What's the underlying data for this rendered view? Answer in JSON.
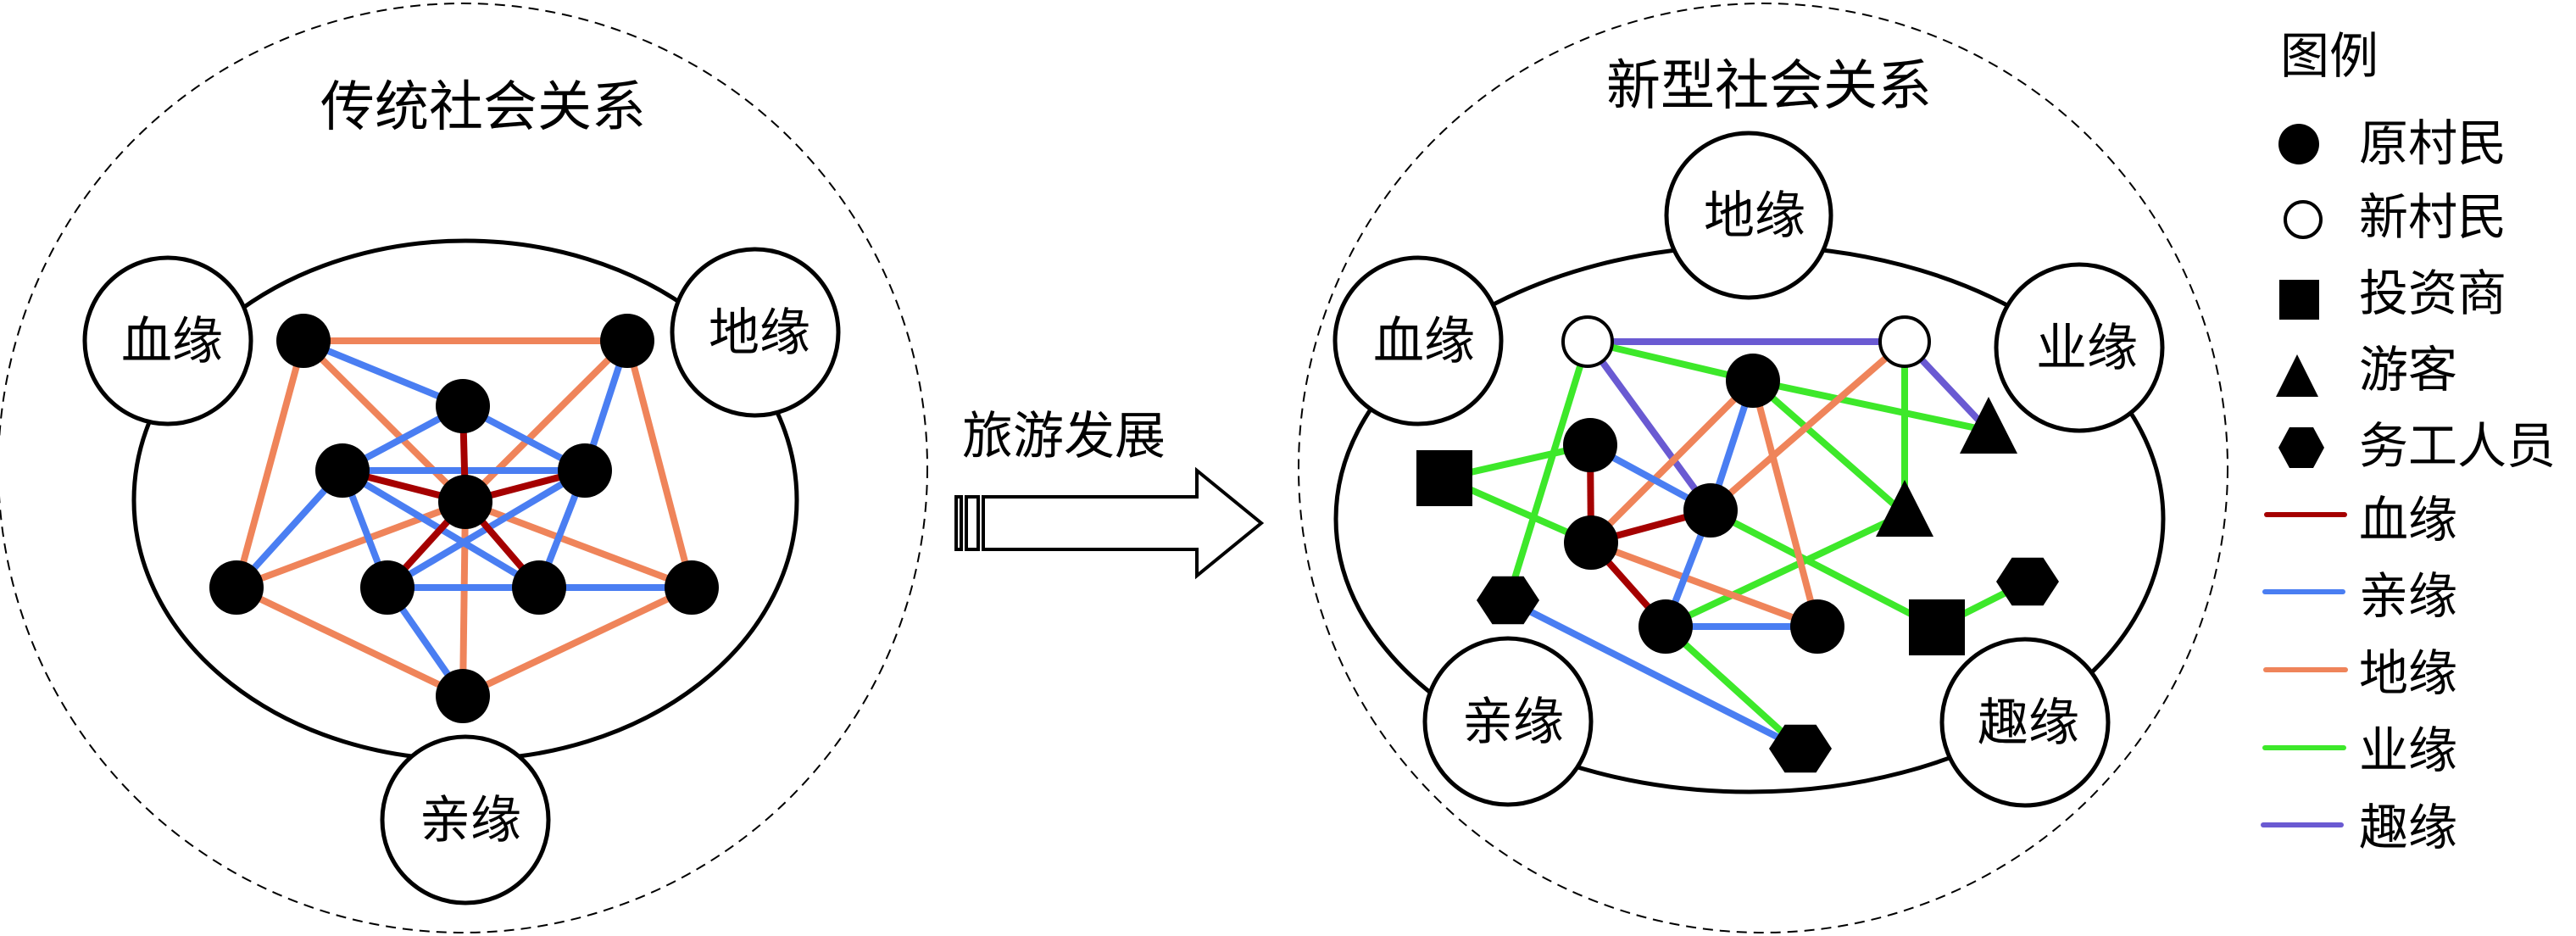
{
  "colors": {
    "blood": "#A50000",
    "kin": "#4A7EF2",
    "geo": "#EF845A",
    "work": "#3DE82A",
    "interest": "#6A5AD2",
    "node": "#000000",
    "new_villager_fill": "#FFFFFF"
  },
  "left_panel": {
    "title": "传统社会关系",
    "labels": [
      {
        "id": "blood",
        "text": "血缘"
      },
      {
        "id": "geo",
        "text": "地缘"
      },
      {
        "id": "kin",
        "text": "亲缘"
      }
    ],
    "nodes": [
      {
        "id": "L1",
        "type": "original_villager"
      },
      {
        "id": "L2",
        "type": "original_villager"
      },
      {
        "id": "L3",
        "type": "original_villager"
      },
      {
        "id": "L4",
        "type": "original_villager"
      },
      {
        "id": "L5",
        "type": "original_villager"
      },
      {
        "id": "L6",
        "type": "original_villager"
      },
      {
        "id": "L7",
        "type": "original_villager"
      },
      {
        "id": "L8",
        "type": "original_villager"
      },
      {
        "id": "L9",
        "type": "original_villager"
      },
      {
        "id": "L10",
        "type": "original_villager"
      },
      {
        "id": "L11",
        "type": "original_villager"
      }
    ],
    "edges": [
      {
        "from": "L1",
        "to": "L2",
        "relation": "geo"
      },
      {
        "from": "L1",
        "to": "L7",
        "relation": "geo"
      },
      {
        "from": "L1",
        "to": "L6",
        "relation": "geo"
      },
      {
        "from": "L2",
        "to": "L6",
        "relation": "geo"
      },
      {
        "from": "L2",
        "to": "L10",
        "relation": "geo"
      },
      {
        "from": "L6",
        "to": "L7",
        "relation": "geo"
      },
      {
        "from": "L6",
        "to": "L10",
        "relation": "geo"
      },
      {
        "from": "L6",
        "to": "L11",
        "relation": "geo"
      },
      {
        "from": "L7",
        "to": "L11",
        "relation": "geo"
      },
      {
        "from": "L10",
        "to": "L11",
        "relation": "geo"
      },
      {
        "from": "L1",
        "to": "L3",
        "relation": "kin"
      },
      {
        "from": "L3",
        "to": "L4",
        "relation": "kin"
      },
      {
        "from": "L3",
        "to": "L5",
        "relation": "kin"
      },
      {
        "from": "L4",
        "to": "L5",
        "relation": "kin"
      },
      {
        "from": "L2",
        "to": "L5",
        "relation": "kin"
      },
      {
        "from": "L4",
        "to": "L7",
        "relation": "kin"
      },
      {
        "from": "L4",
        "to": "L8",
        "relation": "kin"
      },
      {
        "from": "L4",
        "to": "L9",
        "relation": "kin"
      },
      {
        "from": "L5",
        "to": "L8",
        "relation": "kin"
      },
      {
        "from": "L5",
        "to": "L9",
        "relation": "kin"
      },
      {
        "from": "L8",
        "to": "L9",
        "relation": "kin"
      },
      {
        "from": "L9",
        "to": "L10",
        "relation": "kin"
      },
      {
        "from": "L8",
        "to": "L11",
        "relation": "kin"
      },
      {
        "from": "L3",
        "to": "L6",
        "relation": "blood"
      },
      {
        "from": "L4",
        "to": "L6",
        "relation": "blood"
      },
      {
        "from": "L5",
        "to": "L6",
        "relation": "blood"
      },
      {
        "from": "L6",
        "to": "L8",
        "relation": "blood"
      },
      {
        "from": "L6",
        "to": "L9",
        "relation": "blood"
      }
    ]
  },
  "transition": {
    "label": "旅游发展"
  },
  "right_panel": {
    "title": "新型社会关系",
    "labels": [
      {
        "id": "geo",
        "text": "地缘"
      },
      {
        "id": "blood",
        "text": "血缘"
      },
      {
        "id": "work",
        "text": "业缘"
      },
      {
        "id": "kin",
        "text": "亲缘"
      },
      {
        "id": "interest",
        "text": "趣缘"
      }
    ],
    "nodes": [
      {
        "id": "N1",
        "type": "new_villager"
      },
      {
        "id": "N2",
        "type": "new_villager"
      },
      {
        "id": "A",
        "type": "original_villager"
      },
      {
        "id": "B",
        "type": "original_villager"
      },
      {
        "id": "C",
        "type": "original_villager"
      },
      {
        "id": "D",
        "type": "original_villager"
      },
      {
        "id": "E",
        "type": "original_villager"
      },
      {
        "id": "F",
        "type": "original_villager"
      },
      {
        "id": "S1",
        "type": "investor"
      },
      {
        "id": "S2",
        "type": "investor"
      },
      {
        "id": "T1",
        "type": "tourist"
      },
      {
        "id": "T2",
        "type": "tourist"
      },
      {
        "id": "H1",
        "type": "migrant_worker"
      },
      {
        "id": "H2",
        "type": "migrant_worker"
      },
      {
        "id": "H3",
        "type": "migrant_worker"
      }
    ],
    "edges": [
      {
        "from": "N1",
        "to": "N2",
        "relation": "interest"
      },
      {
        "from": "N1",
        "to": "C",
        "relation": "interest"
      },
      {
        "from": "N2",
        "to": "T1",
        "relation": "interest"
      },
      {
        "from": "N1",
        "to": "E",
        "relation": "work"
      },
      {
        "from": "N1",
        "to": "H1",
        "relation": "work"
      },
      {
        "from": "S1",
        "to": "A",
        "relation": "work"
      },
      {
        "from": "S1",
        "to": "B",
        "relation": "work"
      },
      {
        "from": "C",
        "to": "S2",
        "relation": "work"
      },
      {
        "from": "E",
        "to": "T1",
        "relation": "work"
      },
      {
        "from": "E",
        "to": "T2",
        "relation": "work"
      },
      {
        "from": "N2",
        "to": "T2",
        "relation": "work"
      },
      {
        "from": "T2",
        "to": "D",
        "relation": "work"
      },
      {
        "from": "D",
        "to": "H3",
        "relation": "work"
      },
      {
        "from": "S2",
        "to": "H2",
        "relation": "work"
      },
      {
        "from": "E",
        "to": "B",
        "relation": "geo"
      },
      {
        "from": "E",
        "to": "F",
        "relation": "geo"
      },
      {
        "from": "N2",
        "to": "C",
        "relation": "geo"
      },
      {
        "from": "B",
        "to": "F",
        "relation": "geo"
      },
      {
        "from": "A",
        "to": "C",
        "relation": "kin"
      },
      {
        "from": "E",
        "to": "C",
        "relation": "kin"
      },
      {
        "from": "C",
        "to": "D",
        "relation": "kin"
      },
      {
        "from": "D",
        "to": "F",
        "relation": "kin"
      },
      {
        "from": "H1",
        "to": "H3",
        "relation": "kin"
      },
      {
        "from": "A",
        "to": "B",
        "relation": "blood"
      },
      {
        "from": "B",
        "to": "C",
        "relation": "blood"
      },
      {
        "from": "B",
        "to": "D",
        "relation": "blood"
      }
    ]
  },
  "legend": {
    "title": "图例",
    "node_types": [
      {
        "type": "original_villager",
        "icon": "filled-circle",
        "label": "原村民"
      },
      {
        "type": "new_villager",
        "icon": "open-circle",
        "label": "新村民"
      },
      {
        "type": "investor",
        "icon": "filled-square",
        "label": "投资商"
      },
      {
        "type": "tourist",
        "icon": "filled-triangle",
        "label": "游客"
      },
      {
        "type": "migrant_worker",
        "icon": "filled-hexagon",
        "label": "务工人员"
      }
    ],
    "relations": [
      {
        "id": "blood",
        "label": "血缘"
      },
      {
        "id": "kin",
        "label": "亲缘"
      },
      {
        "id": "geo",
        "label": "地缘"
      },
      {
        "id": "work",
        "label": "业缘"
      },
      {
        "id": "interest",
        "label": "趣缘"
      }
    ]
  }
}
